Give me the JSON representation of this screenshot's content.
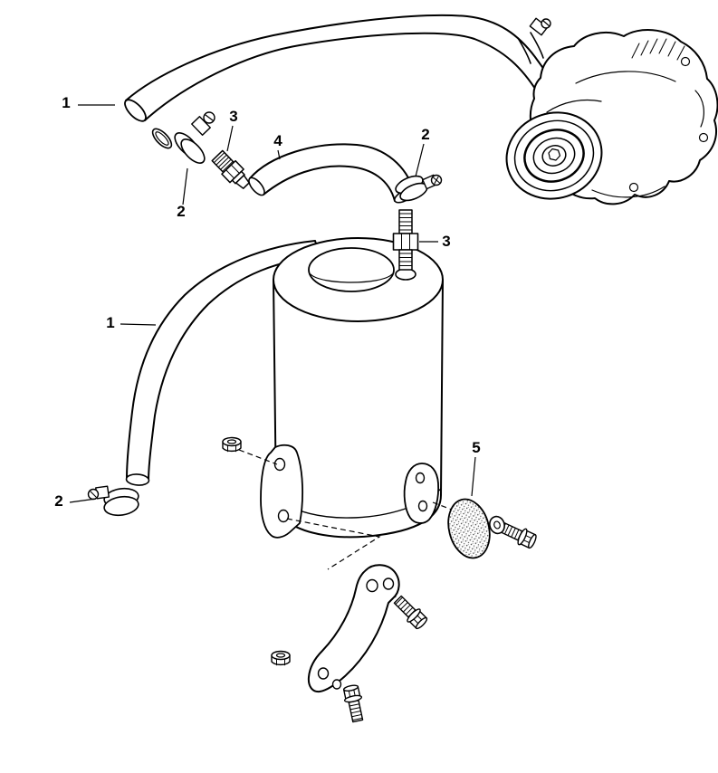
{
  "page": {
    "background": "#ffffff",
    "line_color": "#000000"
  },
  "diagram": {
    "kind": "exploded-parts-illustration",
    "description": "Air pump with filter canister, hoses, clamps, fittings, gasket and mounting bracket",
    "callouts": [
      {
        "part": "upper-hose",
        "label": "1"
      },
      {
        "part": "upper-hose-clamp",
        "label": "2"
      },
      {
        "part": "upper-fitting",
        "label": "3"
      },
      {
        "part": "elbow-hose",
        "label": "4"
      },
      {
        "part": "canister-clamp",
        "label": "2"
      },
      {
        "part": "canister-fitting",
        "label": "3"
      },
      {
        "part": "lower-hose",
        "label": "1"
      },
      {
        "part": "lower-hose-clamp",
        "label": "2"
      },
      {
        "part": "gasket",
        "label": "5"
      }
    ]
  }
}
